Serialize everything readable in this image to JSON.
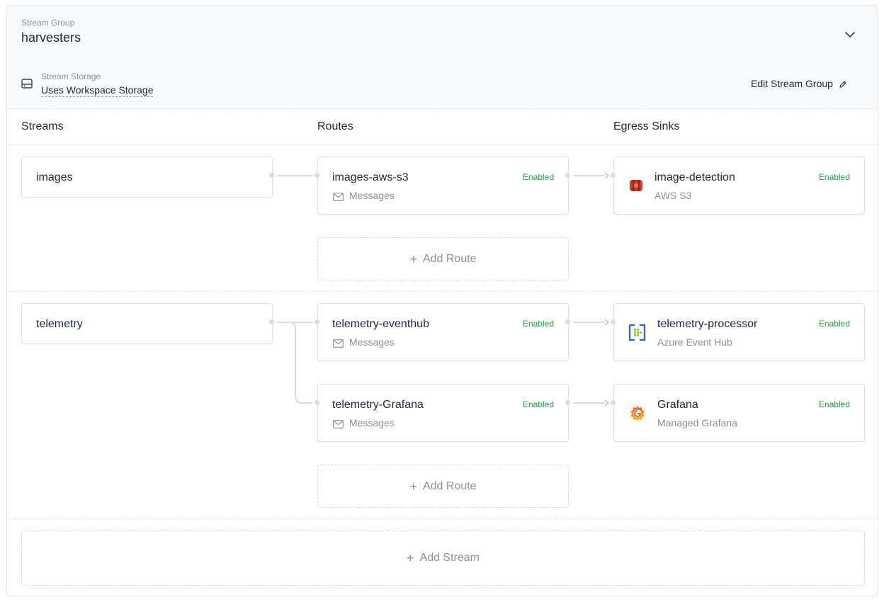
{
  "header": {
    "group_label": "Stream Group",
    "group_name": "harvesters",
    "storage_label": "Stream Storage",
    "storage_value": "Uses Workspace Storage",
    "edit_label": "Edit Stream Group"
  },
  "columns": {
    "streams": "Streams",
    "routes": "Routes",
    "sinks": "Egress Sinks"
  },
  "streams": [
    {
      "name": "images",
      "routes": [
        {
          "name": "images-aws-s3",
          "type": "Messages",
          "status": "Enabled",
          "sink": {
            "name": "image-detection",
            "provider": "AWS S3",
            "status": "Enabled",
            "icon": "aws-s3-icon"
          }
        }
      ],
      "add_route": "Add Route"
    },
    {
      "name": "telemetry",
      "routes": [
        {
          "name": "telemetry-eventhub",
          "type": "Messages",
          "status": "Enabled",
          "sink": {
            "name": "telemetry-processor",
            "provider": "Azure Event Hub",
            "status": "Enabled",
            "icon": "azure-event-hub-icon"
          }
        },
        {
          "name": "telemetry-Grafana",
          "type": "Messages",
          "status": "Enabled",
          "sink": {
            "name": "Grafana",
            "provider": "Managed Grafana",
            "status": "Enabled",
            "icon": "grafana-icon"
          }
        }
      ],
      "add_route": "Add Route"
    }
  ],
  "add_stream": "Add Stream",
  "colors": {
    "enabled": "#22a447",
    "aws": "#c7402c",
    "azure": "#2f6db6",
    "grafana": "#f26a2a"
  }
}
